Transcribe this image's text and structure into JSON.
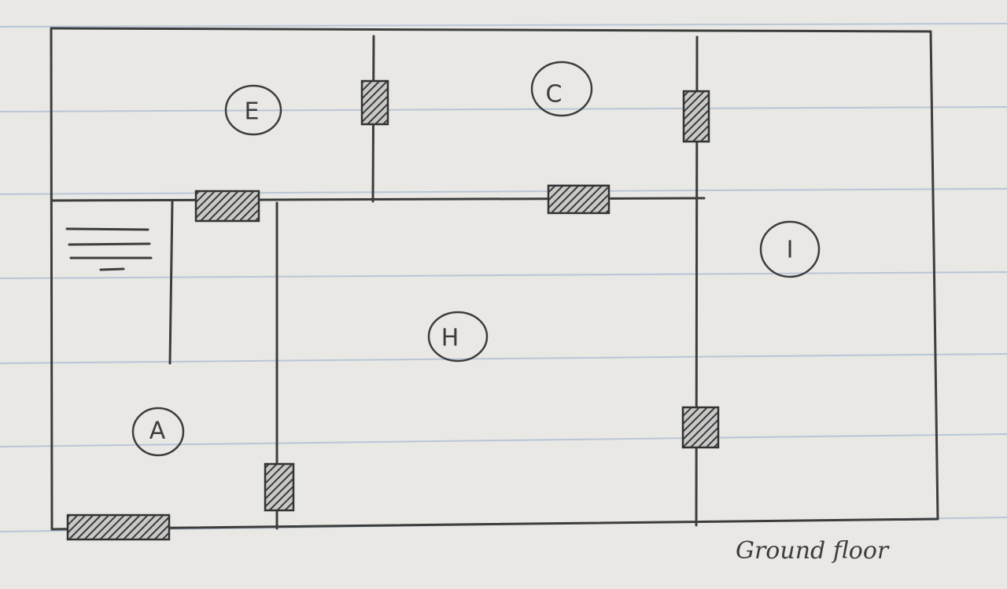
{
  "rooms": {
    "E": "E",
    "C": "C",
    "I": "I",
    "H": "H",
    "A": "A"
  },
  "caption": "Ground floor"
}
